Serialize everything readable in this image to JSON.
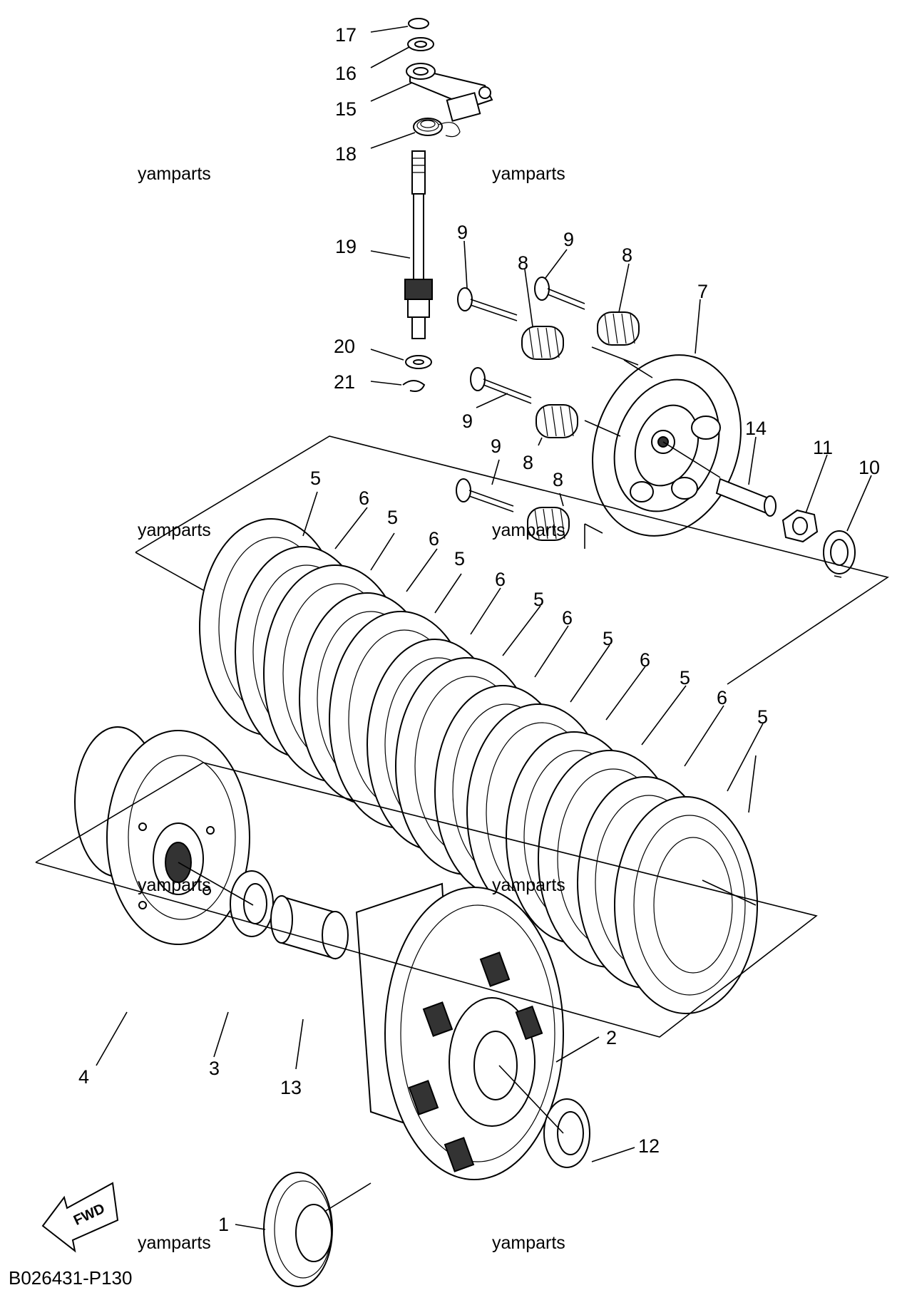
{
  "callouts": {
    "c17": "17",
    "c16": "16",
    "c15": "15",
    "c18": "18",
    "c19": "19",
    "c20": "20",
    "c21": "21",
    "c9a": "9",
    "c9b": "9",
    "c9c": "9",
    "c9d": "9",
    "c8a": "8",
    "c8b": "8",
    "c8c": "8",
    "c8d": "8",
    "c7": "7",
    "c14": "14",
    "c11": "11",
    "c10": "10",
    "c5a": "5",
    "c5b": "5",
    "c5c": "5",
    "c5d": "5",
    "c5e": "5",
    "c5f": "5",
    "c5g": "5",
    "c6a": "6",
    "c6b": "6",
    "c6c": "6",
    "c6d": "6",
    "c6e": "6",
    "c6f": "6",
    "c4": "4",
    "c3": "3",
    "c13": "13",
    "c2": "2",
    "c12": "12",
    "c1": "1"
  },
  "watermarks": {
    "w1": "yamparts",
    "w2": "yamparts",
    "w3": "yamparts",
    "w4": "yamparts",
    "w5": "yamparts",
    "w6": "yamparts",
    "w7": "yamparts",
    "w8": "yamparts"
  },
  "fwd_label": "FWD",
  "diagram_code": "B026431-P130"
}
